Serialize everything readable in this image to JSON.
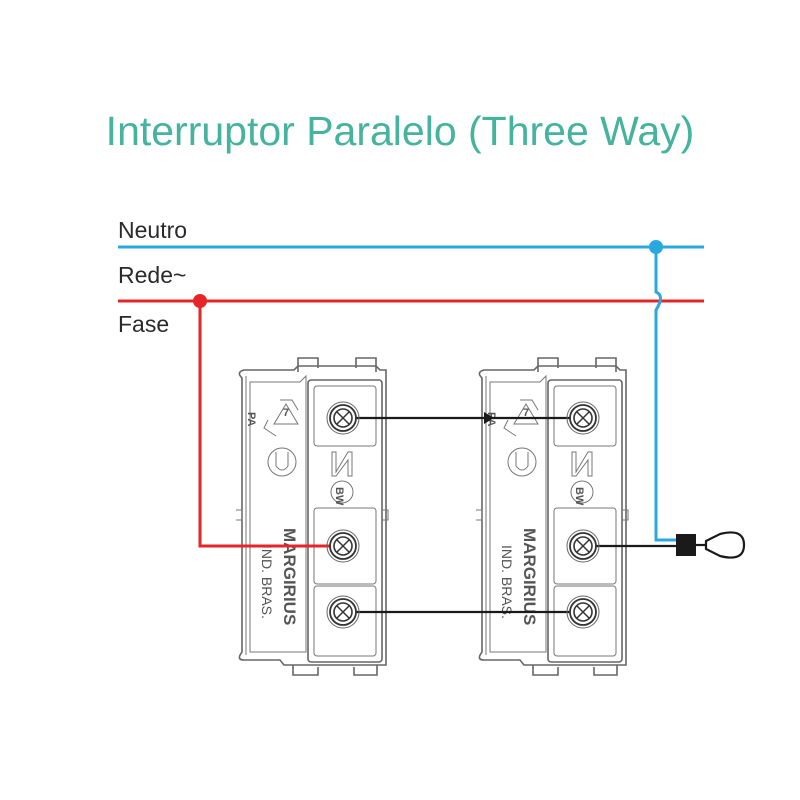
{
  "title": "Interruptor Paralelo (Three Way)",
  "labels": {
    "neutro": "Neutro",
    "rede": "Rede~",
    "fase": "Fase"
  },
  "switch": {
    "brand": "MARGIRIUS",
    "brand_line2": "IND. BRAS.",
    "material": "PA",
    "recycle_number": "7",
    "rating_mark": "BW"
  },
  "colors": {
    "title": "#45b39d",
    "neutral_wire": "#29a8e0",
    "phase_wire": "#e52528",
    "traveler_wire": "#1a1a1a",
    "outline": "#666666"
  },
  "icons": [
    "recycle-icon",
    "certification-mark-icon",
    "screw-terminal-icon",
    "lamp-icon"
  ]
}
